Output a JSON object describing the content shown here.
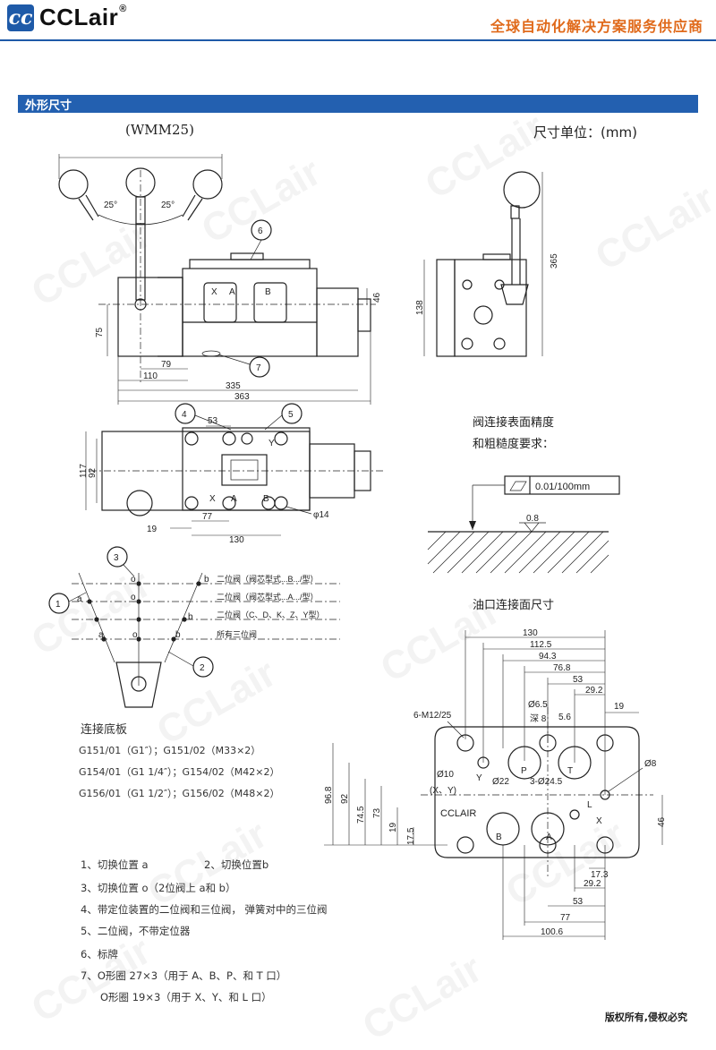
{
  "header": {
    "brand": "CCLair",
    "brand_mark": "cc",
    "registered": "®",
    "slogan": "全球自动化解决方案服务供应商"
  },
  "section": {
    "title": "外形尺寸"
  },
  "model": "(WMM25)",
  "unit_label": "尺寸单位：(mm)",
  "front_view": {
    "angles": [
      "25°",
      "25°"
    ],
    "callouts": [
      "6",
      "7"
    ],
    "port_labels": [
      "X",
      "A",
      "B"
    ],
    "dims": [
      "75",
      "79",
      "110",
      "335",
      "363",
      "46",
      "138",
      "365"
    ]
  },
  "top_view": {
    "callouts": [
      "4",
      "5"
    ],
    "port_labels": [
      "X",
      "A",
      "B",
      "Y"
    ],
    "dims": [
      "53",
      "117",
      "92",
      "19",
      "77",
      "130",
      "φ14"
    ]
  },
  "positions": {
    "callouts": [
      "3",
      "1",
      "2"
    ],
    "letters": [
      "b",
      "o",
      "a",
      "o",
      "b",
      "a",
      "o",
      "b"
    ],
    "lines": [
      "二位阀（阀芯型式...B.../型）",
      "二位阀（阀芯型式...A.../型）",
      "二位阀（C、D、K、Z、Y型）",
      "所有三位阀"
    ]
  },
  "surface": {
    "title_line1": "阀连接表面精度",
    "title_line2": "和粗糙度要求：",
    "flatness": "0.01/100mm",
    "roughness": "0.8"
  },
  "port_face": {
    "title": "油口连接面尺寸",
    "top_dims": [
      "130",
      "112.5",
      "94.3",
      "76.8",
      "53",
      "29.2"
    ],
    "right_dims": [
      "19",
      "46"
    ],
    "labels": [
      "6-M12/25",
      "Ø6.5",
      "深 8",
      "5.6",
      "Ø10",
      "(X、Y)",
      "Ø22",
      "3-Ø24.5",
      "Ø8",
      "CCLAIR",
      "P",
      "T",
      "A",
      "B",
      "X",
      "Y",
      "L"
    ],
    "left_dims": [
      "96.8",
      "92",
      "74.5",
      "73",
      "19",
      "17.5"
    ],
    "bottom_dims": [
      "17.3",
      "29.2",
      "53",
      "77",
      "100.6"
    ]
  },
  "base_plate": {
    "title": "连接底板",
    "rows": [
      "G151/01（G1″）；G151/02（M33×2）",
      "G154/01（G1 1/4″）；G154/02（M42×2）",
      "G156/01（G1 1/2″）；G156/02（M48×2）"
    ]
  },
  "notes": [
    "1、切换位置 a",
    "2、切换位置b",
    "3、切换位置 o（2位阀上 a和 b）",
    "4、带定位装置的二位阀和三位阀， 弹簧对中的三位阀",
    "5、二位阀，不带定位器",
    "6、标牌",
    "7、O形圈 27×3（用于 A、B、P、和 T 口）",
    "O形圈 19×3（用于 X、Y、和 L 口）"
  ],
  "watermark": "CCLair",
  "copyright": "版权所有,侵权必究"
}
